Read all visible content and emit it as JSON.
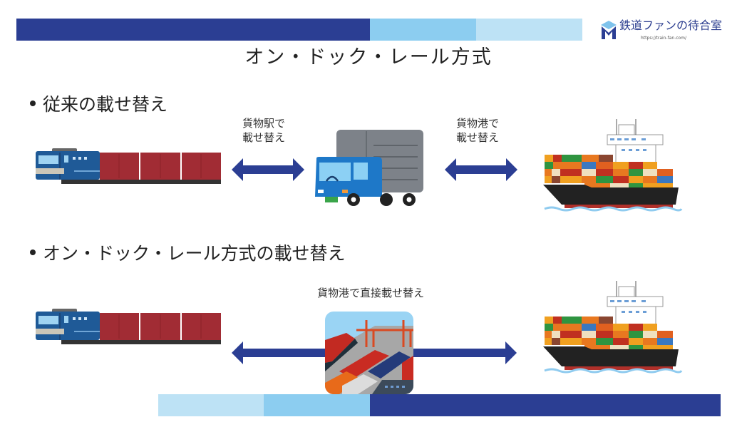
{
  "header": {
    "logo_text": "鉄道ファンの待合室",
    "logo_url": "https://train-fan.com/",
    "colors": {
      "dark": "#2b3e93",
      "mid": "#8ccdf0",
      "light": "#bde2f5"
    }
  },
  "slide": {
    "title": "オン・ドック・レール方式",
    "section1": {
      "heading": "従来の載せ替え",
      "caption_left_line1": "貨物駅で",
      "caption_left_line2": "載せ替え",
      "caption_right_line1": "貨物港で",
      "caption_right_line2": "載せ替え",
      "items": [
        "freight-train",
        "truck",
        "container-ship"
      ]
    },
    "section2": {
      "heading": "オン・ドック・レール方式の載せ替え",
      "caption": "貨物港で直接載せ替え",
      "items": [
        "freight-train",
        "container-port",
        "container-ship"
      ]
    },
    "arrow_color": "#2b3e93"
  }
}
